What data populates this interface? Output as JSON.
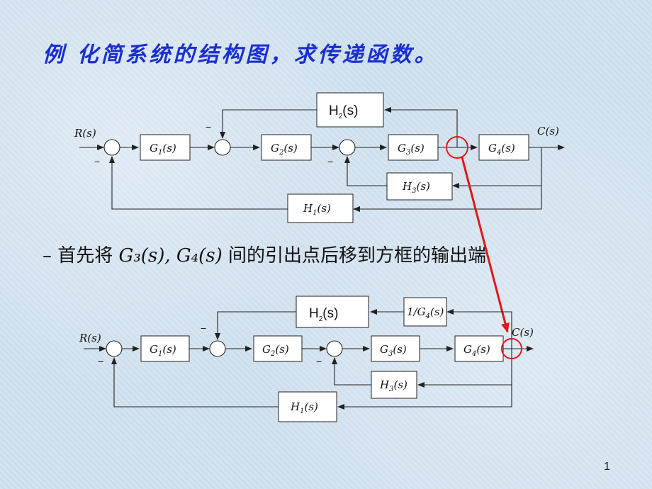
{
  "title": "例  化简系统的结构图，求传递函数。",
  "step": {
    "bullet": "–",
    "prefix": "首先将",
    "math": "G₃(s), G₄(s)",
    "suffix": "间的引出点后移到方框的输出端"
  },
  "page_number": "1",
  "diagram_top": {
    "input_label": "R(s)",
    "output_label": "C(s)",
    "blocks": {
      "G1": {
        "name": "G",
        "sub": "1"
      },
      "G2": {
        "name": "G",
        "sub": "2"
      },
      "G3": {
        "name": "G",
        "sub": "3"
      },
      "G4": {
        "name": "G",
        "sub": "4"
      },
      "H1": {
        "name": "H",
        "sub": "1"
      },
      "H2": {
        "name": "H",
        "sub": "2"
      },
      "H3": {
        "name": "H",
        "sub": "3"
      }
    },
    "signs": [
      "−",
      "−",
      "−"
    ]
  },
  "diagram_bottom": {
    "input_label": "R(s)",
    "output_label": "C(s)",
    "blocks": {
      "G1": {
        "name": "G",
        "sub": "1"
      },
      "G2": {
        "name": "G",
        "sub": "2"
      },
      "G3": {
        "name": "G",
        "sub": "3"
      },
      "G4": {
        "name": "G",
        "sub": "4"
      },
      "H1": {
        "name": "H",
        "sub": "1"
      },
      "H2": {
        "name": "H",
        "sub": "2"
      },
      "H3": {
        "name": "H",
        "sub": "3"
      },
      "invG4": {
        "prefix": "1/",
        "name": "G",
        "sub": "4"
      }
    },
    "signs": [
      "−",
      "−",
      "−"
    ]
  },
  "colors": {
    "title": "#1a2fd0",
    "highlight": "#e01818",
    "line": "#222222"
  }
}
